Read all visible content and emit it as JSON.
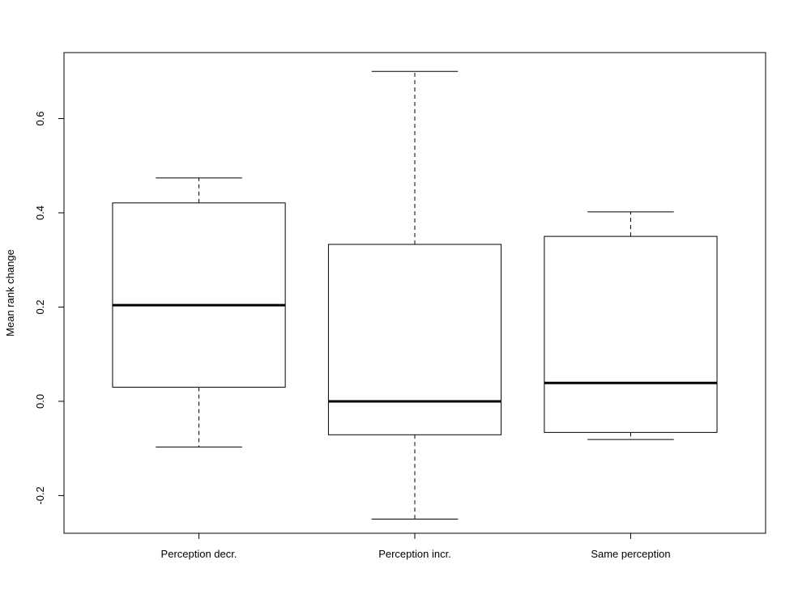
{
  "chart_data": {
    "type": "boxplot",
    "ylabel": "Mean rank change",
    "ylim": [
      -0.28,
      0.74
    ],
    "yticks": [
      -0.2,
      0.0,
      0.2,
      0.4,
      0.6
    ],
    "ytick_labels": [
      "-0.2",
      "0.0",
      "0.2",
      "0.4",
      "0.6"
    ],
    "categories": [
      "Perception decr.",
      "Perception incr.",
      "Same perception"
    ],
    "boxes": [
      {
        "category": "Perception decr.",
        "whisker_low": -0.097,
        "q1": 0.03,
        "median": 0.204,
        "q3": 0.421,
        "whisker_high": 0.474
      },
      {
        "category": "Perception incr.",
        "whisker_low": -0.25,
        "q1": -0.071,
        "median": 0.0,
        "q3": 0.333,
        "whisker_high": 0.7
      },
      {
        "category": "Same perception",
        "whisker_low": -0.081,
        "q1": -0.066,
        "median": 0.039,
        "q3": 0.35,
        "whisker_high": 0.402
      }
    ],
    "colors": {
      "stroke": "#000000",
      "background": "#ffffff"
    }
  }
}
